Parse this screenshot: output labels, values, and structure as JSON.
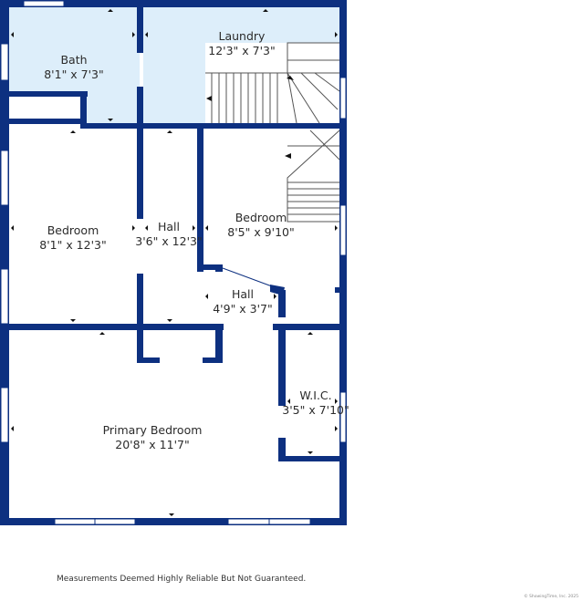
{
  "colors": {
    "wall": "#0d3080",
    "wet_area": "#ddeefa",
    "window": "#ffffff",
    "stair_line": "#555555",
    "background": "#ffffff"
  },
  "rooms": [
    {
      "id": "bath",
      "name": "Bath",
      "dims": "8'1\" x 7'3\""
    },
    {
      "id": "laundry",
      "name": "Laundry",
      "dims": "12'3\" x 7'3\""
    },
    {
      "id": "bedroom-left",
      "name": "Bedroom",
      "dims": "8'1\" x 12'3\""
    },
    {
      "id": "hall-upper",
      "name": "Hall",
      "dims": "3'6\" x 12'3\""
    },
    {
      "id": "bedroom-right",
      "name": "Bedroom",
      "dims": "8'5\" x 9'10\""
    },
    {
      "id": "hall-lower",
      "name": "Hall",
      "dims": "4'9\" x 3'7\""
    },
    {
      "id": "wic",
      "name": "W.I.C.",
      "dims": "3'5\" x 7'10\""
    },
    {
      "id": "primary-bedroom",
      "name": "Primary Bedroom",
      "dims": "20'8\" x 11'7\""
    }
  ],
  "footer": {
    "disclaimer": "Measurements Deemed Highly Reliable But Not Guaranteed.",
    "copyright": "© ShowingTime, Inc. 2025"
  }
}
